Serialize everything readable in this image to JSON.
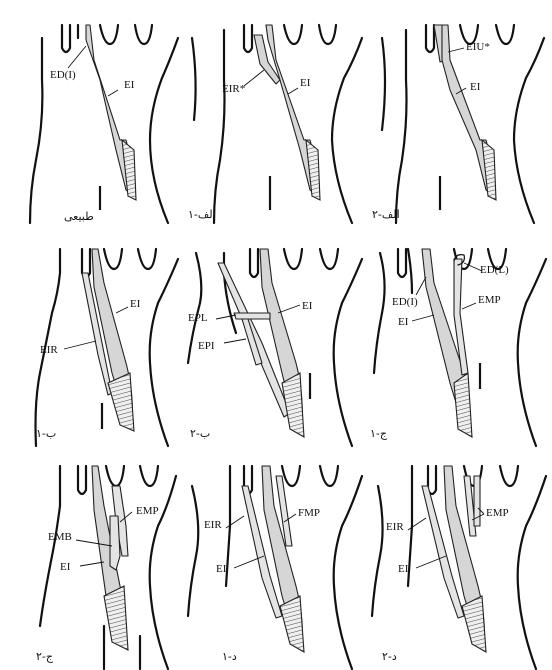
{
  "panels": [
    {
      "id": "normal",
      "caption": "طبیعی",
      "labels": {
        "a": "ED(I)",
        "b": "EI"
      }
    },
    {
      "id": "alef1",
      "caption": "الف-۱",
      "labels": {
        "a": "EIR*",
        "b": "EI"
      }
    },
    {
      "id": "alef2",
      "caption": "الف-۲",
      "labels": {
        "a": "EIU*",
        "b": "EI"
      }
    },
    {
      "id": "be1",
      "caption": "ب-۱",
      "labels": {
        "a": "EI",
        "b": "EIR"
      }
    },
    {
      "id": "be2",
      "caption": "ب-۲",
      "labels": {
        "a": "EI",
        "b": "EPL",
        "c": "EPI"
      }
    },
    {
      "id": "jim1",
      "caption": "ج-۱",
      "labels": {
        "a": "ED(L)",
        "b": "ED(I)",
        "c": "EMP",
        "d": "EI"
      }
    },
    {
      "id": "jim2",
      "caption": "ج-۲",
      "labels": {
        "a": "EMP",
        "b": "EMB",
        "c": "EI"
      }
    },
    {
      "id": "dal1",
      "caption": "د-۱",
      "labels": {
        "a": "EIR",
        "b": "FMP",
        "c": "EI"
      }
    },
    {
      "id": "dal2",
      "caption": "د-۲",
      "labels": {
        "a": "EIR",
        "b": "EMP",
        "c": "EI"
      }
    }
  ]
}
